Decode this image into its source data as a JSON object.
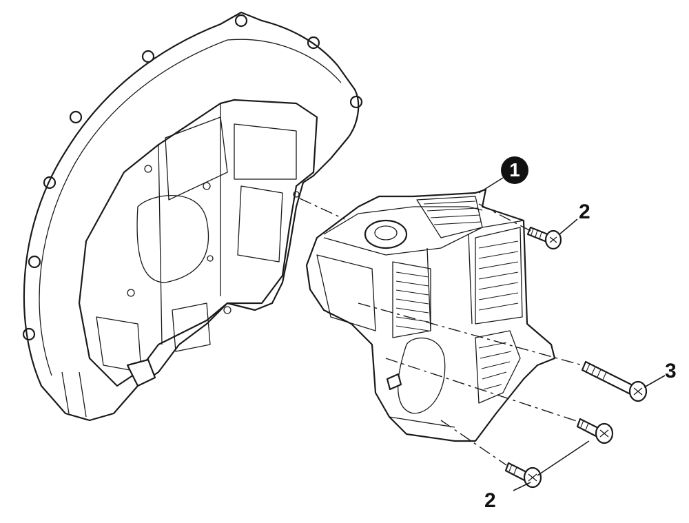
{
  "callouts": {
    "part_1": "1",
    "screw_top": "2",
    "screw_long": "3",
    "screw_bottom": "2"
  },
  "colors": {
    "line": "#1a1a1a",
    "background": "#ffffff",
    "badge": "#111111"
  }
}
